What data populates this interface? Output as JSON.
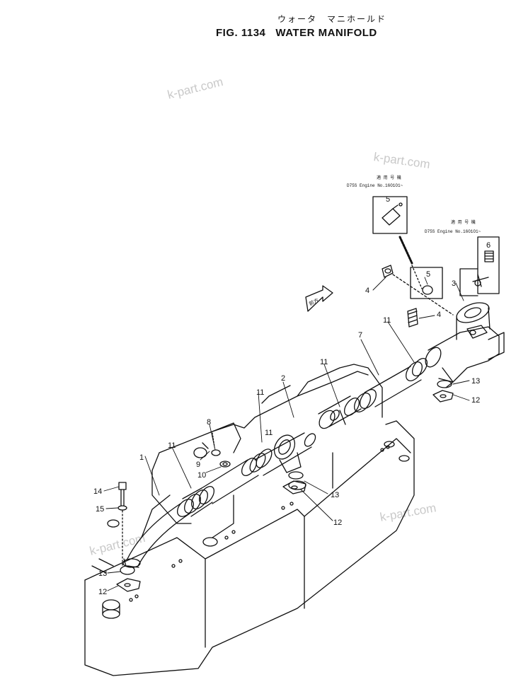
{
  "title": {
    "japanese": "ウォータ　マニホールド",
    "fig_number": "FIG. 1134",
    "name": "WATER MANIFOLD"
  },
  "watermark": "k-part.com",
  "serial_note_1": {
    "header": "適 用 号 機",
    "text": "D75S Engine No.16O1O1~"
  },
  "serial_note_2": {
    "header": "適 用 号 機",
    "text": "D75S Engine No.16O1O1~"
  },
  "front_arrow": "前方",
  "callouts": [
    "1",
    "2",
    "3",
    "4",
    "4",
    "5",
    "5",
    "6",
    "7",
    "8",
    "9",
    "10",
    "11",
    "11",
    "11",
    "11",
    "11",
    "12",
    "12",
    "12",
    "13",
    "13",
    "13",
    "14",
    "15"
  ],
  "colors": {
    "line": "#111111",
    "watermark": "#c9c9c9",
    "background": "#ffffff"
  }
}
